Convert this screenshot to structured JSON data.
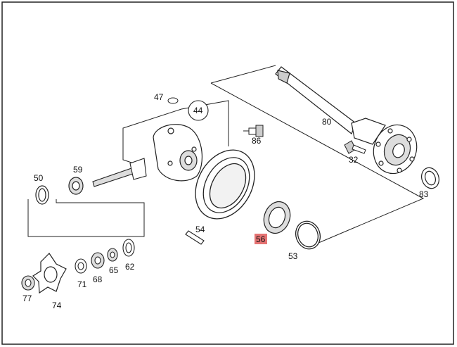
{
  "diagram": {
    "highlight_color": "#e57373",
    "selected_part": "56",
    "parts": [
      {
        "id": "47",
        "icon": "ring-clip-icon"
      },
      {
        "id": "44",
        "icon": "circle-callout-icon"
      },
      {
        "id": "80",
        "icon": "drive-shaft-icon"
      },
      {
        "id": "86",
        "icon": "bolt-icon"
      },
      {
        "id": "32",
        "icon": "bolt-icon"
      },
      {
        "id": "83",
        "icon": "sleeve-icon"
      },
      {
        "id": "50",
        "icon": "seal-ring-icon"
      },
      {
        "id": "59",
        "icon": "bearing-icon"
      },
      {
        "id": "54",
        "icon": "pin-icon"
      },
      {
        "id": "56",
        "icon": "bearing-icon"
      },
      {
        "id": "53",
        "icon": "snap-ring-icon"
      },
      {
        "id": "62",
        "icon": "seal-ring-icon"
      },
      {
        "id": "65",
        "icon": "nut-icon"
      },
      {
        "id": "68",
        "icon": "bearing-icon"
      },
      {
        "id": "71",
        "icon": "washer-icon"
      },
      {
        "id": "74",
        "icon": "flange-icon"
      },
      {
        "id": "77",
        "icon": "nut-icon"
      }
    ]
  }
}
